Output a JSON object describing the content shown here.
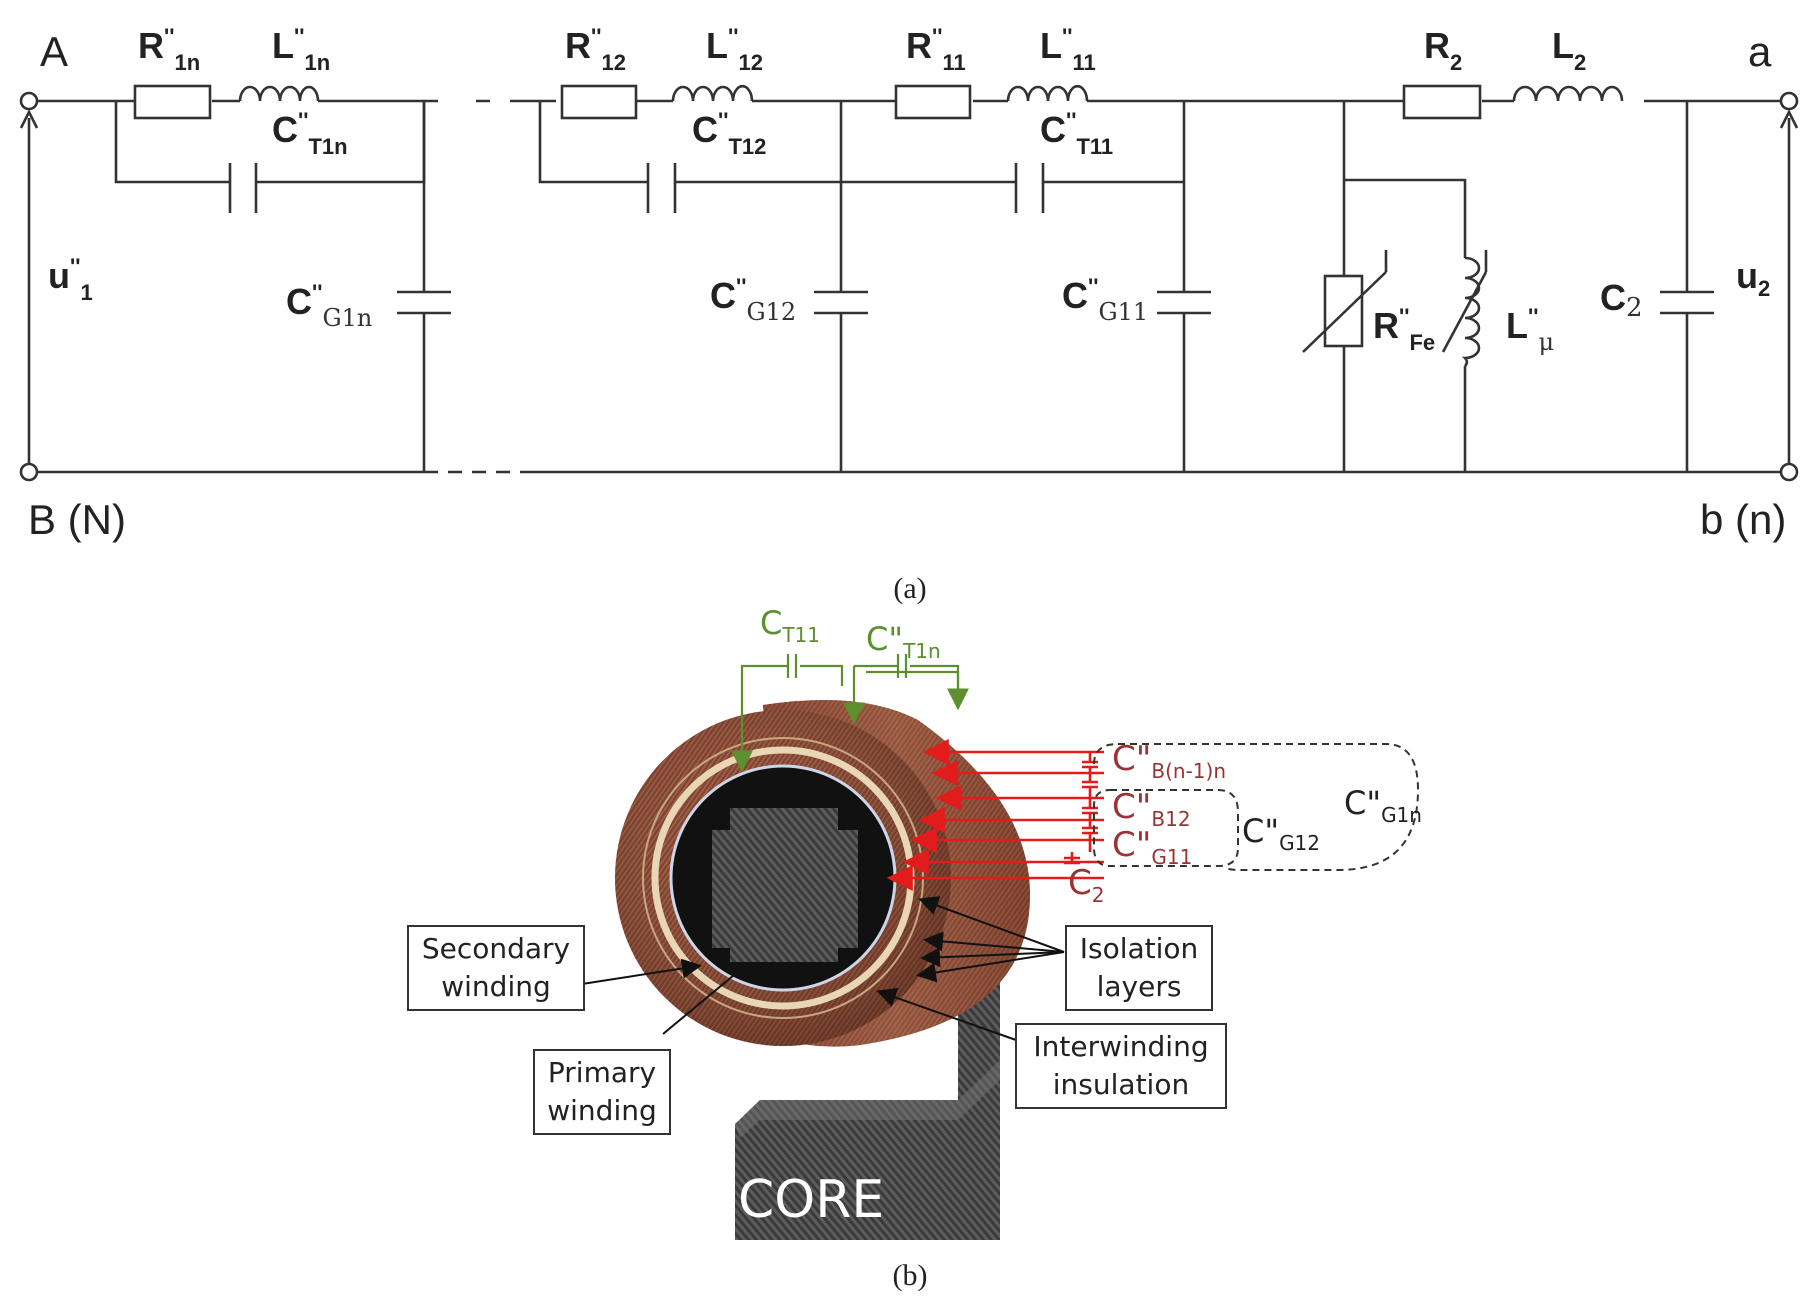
{
  "terminals": {
    "A": "A",
    "B": "B (N)",
    "a": "a",
    "b": "b (n)"
  },
  "circuit": {
    "u1": {
      "main": "u",
      "sup": "''",
      "sub": "1"
    },
    "u2": {
      "main": "u",
      "sub": "2"
    },
    "R1n": {
      "main": "R",
      "sup": "''",
      "sub": "1n"
    },
    "L1n": {
      "main": "L",
      "sup": "''",
      "sub": "1n"
    },
    "CT1n": {
      "main": "C",
      "sup": "''",
      "sub": "T1n"
    },
    "CG1n": {
      "main": "C",
      "sup": "''",
      "sub": "G1n"
    },
    "R12": {
      "main": "R",
      "sup": "''",
      "sub": "12"
    },
    "L12": {
      "main": "L",
      "sup": "''",
      "sub": "12"
    },
    "CT12": {
      "main": "C",
      "sup": "''",
      "sub": "T12"
    },
    "CG12": {
      "main": "C",
      "sup": "''",
      "sub": "G12"
    },
    "R11": {
      "main": "R",
      "sup": "''",
      "sub": "11"
    },
    "L11": {
      "main": "L",
      "sup": "''",
      "sub": "11"
    },
    "CT11": {
      "main": "C",
      "sup": "''",
      "sub": "T11"
    },
    "CG11": {
      "main": "C",
      "sup": "''",
      "sub": "G11"
    },
    "R2": {
      "main": "R",
      "sub": "2"
    },
    "L2": {
      "main": "L",
      "sub": "2"
    },
    "RFe": {
      "main": "R",
      "sup": "''",
      "sub": "Fe"
    },
    "Lmu": {
      "main": "L",
      "sup": "''",
      "sub": "μ"
    },
    "C2": {
      "main": "C",
      "sub": "2"
    }
  },
  "captions": {
    "a": "(a)",
    "b": "(b)"
  },
  "figure_b": {
    "green": {
      "CT11": {
        "main": "C",
        "sub": "T11"
      },
      "CT1n": {
        "main": "C\"",
        "sub": "T1n"
      }
    },
    "red": {
      "CBn": {
        "main": "C\"",
        "sub": "B(n-1)n"
      },
      "CB12": {
        "main": "C\"",
        "sub": "B12"
      },
      "CG11": {
        "main": "C\"",
        "sub": "G11"
      },
      "C2": {
        "main": "C",
        "sub": "2"
      }
    },
    "black": {
      "CG12": {
        "main": "C\"",
        "sub": "G12"
      },
      "CG1n": {
        "main": "C\"",
        "sub": "G1n"
      }
    },
    "callouts": {
      "secondary": [
        "Secondary",
        "winding"
      ],
      "primary": [
        "Primary",
        "winding"
      ],
      "isolation": [
        "Isolation",
        "layers"
      ],
      "interwinding": [
        "Interwinding",
        "insulation"
      ]
    },
    "core_label": "CORE"
  },
  "colors": {
    "wire": "#333333",
    "red": "#e21b1b",
    "red_text": "#9a3434",
    "green": "#5d8f2f",
    "copper": "#8a4a32"
  }
}
